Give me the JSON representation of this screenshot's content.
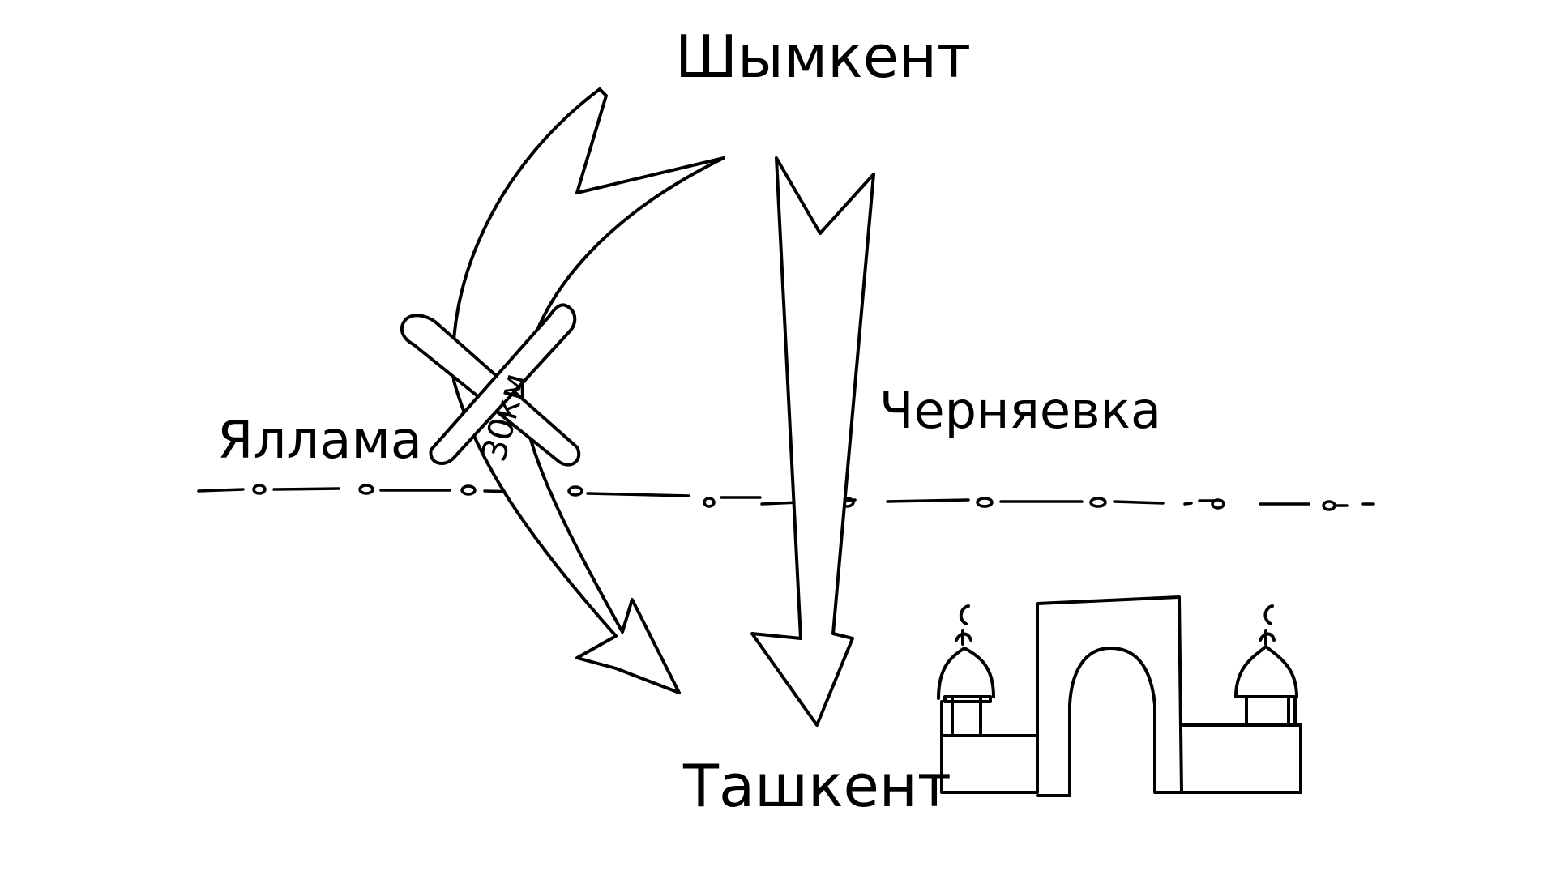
{
  "map": {
    "labels": {
      "origin": "Шымкент",
      "destination": "Ташкент",
      "crossed_town": "Яллама",
      "route_town": "Черняевка",
      "distance": "30км"
    },
    "colors": {
      "ink": "#000000",
      "paper": "#ffffff"
    },
    "icons": [
      "curved-arrow-icon",
      "straight-arrow-icon",
      "cross-icon",
      "border-line-icon",
      "mosque-gate-icon"
    ]
  }
}
